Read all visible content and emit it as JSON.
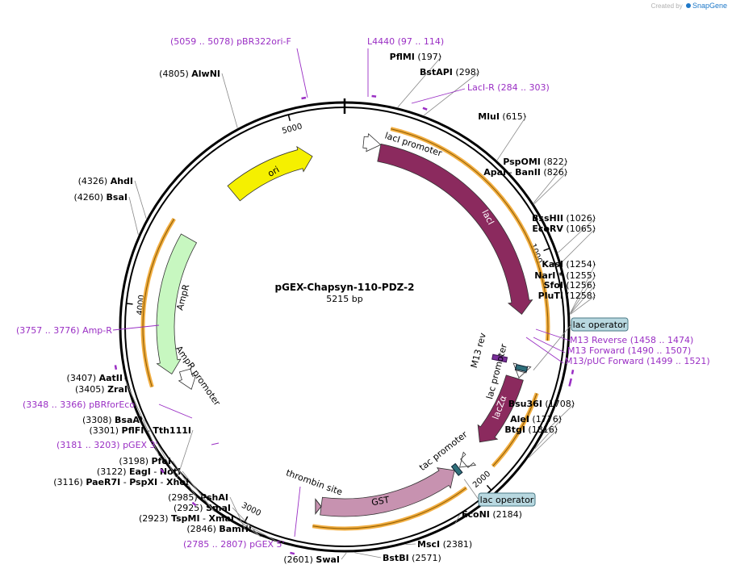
{
  "watermark": {
    "prefix": "Created by",
    "brand": "SnapGene"
  },
  "plasmid": {
    "name": "pGEX-Chapsyn-110-PDZ-2",
    "length_label": "5215 bp",
    "length": 5215
  },
  "colors": {
    "enzyme": "#000000",
    "primer": "#9a2fc4",
    "lacI": "#8b2a5e",
    "lacZ": "#8b2a5e",
    "ori": "#f5f000",
    "AmpR": "#c7f7c0",
    "GST": "#c792b0",
    "highlight": "#f0a020",
    "operator_box": "#b8d8e0",
    "backbone": "#000000"
  },
  "ticks": [
    "1000",
    "2000",
    "3000",
    "4000",
    "5000"
  ],
  "features": [
    {
      "name": "lacI promoter",
      "start": 85,
      "end": 162,
      "kind": "promoter"
    },
    {
      "name": "lacI",
      "start": 163,
      "end": 1245,
      "kind": "cds",
      "color": "lacI"
    },
    {
      "name": "M13 rev",
      "start": 1462,
      "end": 1478,
      "kind": "primer-feature"
    },
    {
      "name": "lac operator",
      "start": 1486,
      "end": 1502,
      "kind": "operator"
    },
    {
      "name": "lac promoter",
      "start": 1510,
      "end": 1540,
      "kind": "promoter"
    },
    {
      "name": "lacZα",
      "start": 1545,
      "end": 1890,
      "kind": "cds",
      "color": "lacZ"
    },
    {
      "name": "tac promoter",
      "start": 2010,
      "end": 2038,
      "kind": "promoter"
    },
    {
      "name": "lac operator",
      "start": 2046,
      "end": 2062,
      "kind": "operator"
    },
    {
      "name": "GST",
      "start": 2065,
      "end": 2715,
      "kind": "cds",
      "color": "GST"
    },
    {
      "name": "thrombin site",
      "start": 2720,
      "end": 2740,
      "kind": "site"
    },
    {
      "name": "AmpR promoter",
      "start": 3590,
      "end": 3690,
      "kind": "promoter"
    },
    {
      "name": "AmpR",
      "start": 3690,
      "end": 4340,
      "kind": "cds",
      "color": "AmpR"
    },
    {
      "name": "ori",
      "start": 4640,
      "end": 5060,
      "kind": "origin",
      "color": "ori"
    }
  ],
  "enzymes": [
    {
      "name": "PflMI",
      "pos": "(197)"
    },
    {
      "name": "BstAPI",
      "pos": "(298)"
    },
    {
      "name": "MluI",
      "pos": "(615)"
    },
    {
      "name": "PspOMI",
      "pos": "(822)"
    },
    {
      "name": "ApaI",
      "sep": "-",
      "name2": "BanII",
      "pos": "(826)"
    },
    {
      "name": "BssHII",
      "pos": "(1026)"
    },
    {
      "name": "EcoRV",
      "pos": "(1065)"
    },
    {
      "name": "KasI",
      "pos": "(1254)"
    },
    {
      "name": "NarI *",
      "pos": "(1255)"
    },
    {
      "name": "SfoI",
      "pos": "(1256)"
    },
    {
      "name": "PluTI",
      "pos": "(1258)"
    },
    {
      "name": "Bsu36I",
      "pos": "(1708)"
    },
    {
      "name": "AleI",
      "pos": "(1776)"
    },
    {
      "name": "BtgI",
      "pos": "(1816)"
    },
    {
      "name": "EcoNI",
      "pos": "(2184)"
    },
    {
      "name": "MscI",
      "pos": "(2381)"
    },
    {
      "name": "BstBI",
      "pos": "(2571)"
    },
    {
      "name": "SwaI",
      "pos": "(2601)"
    },
    {
      "name": "BamHI",
      "pos": "(2846)"
    },
    {
      "name": "TspMI",
      "sep": "-",
      "name2": "XmaI",
      "pos": "(2923)"
    },
    {
      "name": "SmaI",
      "pos": "(2925)"
    },
    {
      "name": "PshAI",
      "pos": "(2985)"
    },
    {
      "name": "PaeR7I",
      "sep": "-",
      "name2": "PspXI",
      "sep2": "-",
      "name3": "XhoI",
      "pos": "(3116)"
    },
    {
      "name": "EagI",
      "sep": "-",
      "name2": "NotI",
      "pos": "(3122)"
    },
    {
      "name": "PfoI",
      "pos": "(3198)"
    },
    {
      "name": "PflFI",
      "sep": "-",
      "name2": "Tth111I",
      "pos": "(3301)"
    },
    {
      "name": "BsaAI",
      "pos": "(3308)"
    },
    {
      "name": "ZraI",
      "pos": "(3405)"
    },
    {
      "name": "AatII",
      "pos": "(3407)"
    },
    {
      "name": "BsaI",
      "pos": "(4260)"
    },
    {
      "name": "AhdI",
      "pos": "(4326)"
    },
    {
      "name": "AlwNI",
      "pos": "(4805)"
    }
  ],
  "primers": [
    {
      "name": "pBR322ori-F",
      "range": "(5059 .. 5078)"
    },
    {
      "name": "L4440",
      "range": "(97 .. 114)"
    },
    {
      "name": "LacI-R",
      "range": "(284 .. 303)"
    },
    {
      "name": "M13 Reverse",
      "range": "(1458 .. 1474)"
    },
    {
      "name": "M13 Forward",
      "range": "(1490 .. 1507)"
    },
    {
      "name": "M13/pUC Forward",
      "range": "(1499 .. 1521)"
    },
    {
      "name": "pGEX 5'",
      "range": "(2785 .. 2807)"
    },
    {
      "name": "pGEX 3'",
      "range": "(3181 .. 3203)"
    },
    {
      "name": "pBRforEco",
      "range": "(3348 .. 3366)"
    },
    {
      "name": "Amp-R",
      "range": "(3757 .. 3776)"
    }
  ],
  "operator_labels": [
    "lac operator",
    "lac operator"
  ]
}
